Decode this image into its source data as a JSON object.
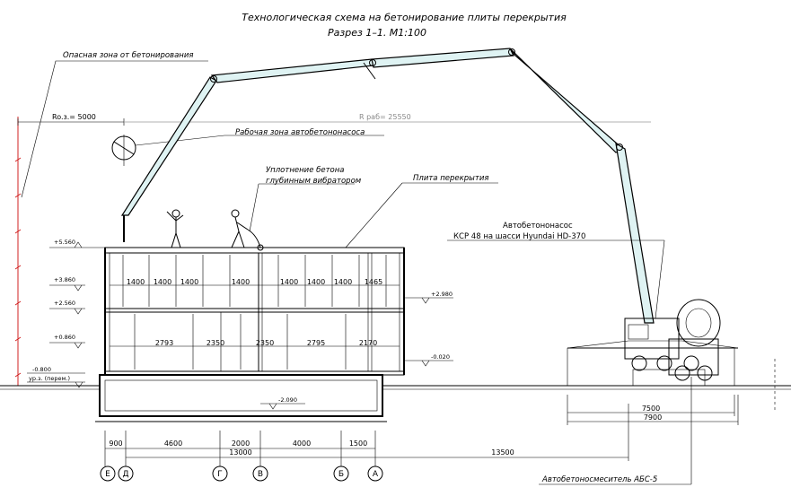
{
  "title": {
    "line1": "Технологическая схема на бетонирование плиты перекрытия",
    "line2": "Разрез 1–1.    М1:100"
  },
  "labels": {
    "danger_zone": "Опасная зона от бетонирования",
    "work_zone": "Рабочая зона автобетононасоса",
    "compaction_line1": "Уплотнение бетона",
    "compaction_line2": "глубинным вибратором",
    "slab": "Плита перекрытия",
    "pump_line1": "Автобетононасос",
    "pump_line2": "КСР 48 на шасси Hyundai HD-370",
    "mixer": "Автобетоносмеситель АБС-5",
    "ro_zone": "Ro.з.= 5000",
    "r_work": "R раб= 25550",
    "ground_level_caption": "ур.з. (перем.)"
  },
  "elevations": [
    {
      "id": "top-slab",
      "text": "+5.560"
    },
    {
      "id": "upper-plus",
      "text": "+3.860"
    },
    {
      "id": "mid-slab",
      "text": "+2.560"
    },
    {
      "id": "lower-plus",
      "text": "+0.860"
    },
    {
      "id": "ground",
      "text": "-0.800"
    },
    {
      "id": "right-mid",
      "text": "+2.980"
    },
    {
      "id": "right-low",
      "text": "-0.020"
    },
    {
      "id": "basement",
      "text": "-2.090"
    }
  ],
  "upper_spans": [
    "1400",
    "1400",
    "1400",
    "1400",
    "1400",
    "1400",
    "1400",
    "1465"
  ],
  "lower_spans": [
    "2793",
    "2350",
    "2350",
    "2795",
    "2170"
  ],
  "bottom_dims": {
    "chain": [
      "900",
      "4600",
      "2000",
      "4000",
      "1500"
    ],
    "sub_total": "13000",
    "total": "13500"
  },
  "truck_dims": {
    "inner": "7500",
    "outer": "7900"
  },
  "axes": [
    "Е",
    "Д",
    "Г",
    "В",
    "Б",
    "А"
  ]
}
